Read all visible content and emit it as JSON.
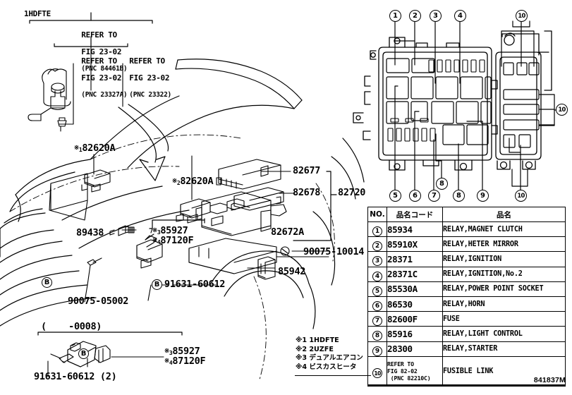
{
  "drawing": {
    "number": "841837M",
    "top_left_variant": "1HDFTE",
    "inset_range": "(    -0008)"
  },
  "refer_notes": [
    {
      "id": "refer-main",
      "line1": "REFER TO",
      "line2": "FIG 23-02",
      "line3": "(PNC 84461B)"
    },
    {
      "id": "refer-left",
      "line1": "REFER TO",
      "line2": "FIG 23-02",
      "line3": "(PNC 23327A)"
    },
    {
      "id": "refer-right",
      "line1": "REFER TO",
      "line2": "FIG 23-02",
      "line3": "(PNC 23322)"
    }
  ],
  "part_labels": [
    {
      "id": "lbl-82620a-1",
      "mark": "1",
      "text": "82620A"
    },
    {
      "id": "lbl-82620a-2",
      "mark": "2",
      "text": "82620A"
    },
    {
      "id": "lbl-82677",
      "mark": "",
      "text": "82677"
    },
    {
      "id": "lbl-82678",
      "mark": "",
      "text": "82678"
    },
    {
      "id": "lbl-82720",
      "mark": "",
      "text": "82720"
    },
    {
      "id": "lbl-82672a",
      "mark": "",
      "text": "82672A"
    },
    {
      "id": "lbl-89438",
      "mark": "",
      "text": "89438"
    },
    {
      "id": "lbl-85942",
      "mark": "",
      "text": "85942"
    },
    {
      "id": "lbl-85927",
      "mark": "3",
      "text": "85927"
    },
    {
      "id": "lbl-87120f",
      "mark": "4",
      "text": "87120F"
    },
    {
      "id": "lbl-90075-10014",
      "mark": "",
      "text": "90075-10014"
    },
    {
      "id": "lbl-90075-05002",
      "mark": "",
      "text": "90075-05002"
    },
    {
      "id": "lbl-91631-60612",
      "mark": "",
      "text": "91631-60612"
    },
    {
      "id": "inset-85927",
      "mark": "3",
      "text": "85927"
    },
    {
      "id": "inset-87120f",
      "mark": "4",
      "text": "87120F"
    },
    {
      "id": "inset-91631",
      "mark": "",
      "text": "91631-60612 (2)"
    }
  ],
  "bolt_callouts": [
    {
      "id": "bolt-b-main",
      "letter": "B"
    },
    {
      "id": "bolt-b-upper",
      "letter": "B"
    },
    {
      "id": "bolt-b-inset",
      "letter": "B"
    }
  ],
  "fusebox_callouts": {
    "top": [
      "1",
      "2",
      "3",
      "4",
      "10"
    ],
    "bottom": [
      "5",
      "6",
      "7",
      "8",
      "8",
      "9",
      "10"
    ],
    "right": [
      "10"
    ]
  },
  "table": {
    "headers": {
      "no": "NO.",
      "code": "品名コード",
      "name": "品名"
    },
    "rows": [
      {
        "no": "1",
        "code": "85934",
        "name": "RELAY,MAGNET CLUTCH"
      },
      {
        "no": "2",
        "code": "85910X",
        "name": "RELAY,HETER MIRROR"
      },
      {
        "no": "3",
        "code": "28371",
        "name": "RELAY,IGNITION"
      },
      {
        "no": "4",
        "code": "28371C",
        "name": "RELAY,IGNITION,No.2"
      },
      {
        "no": "5",
        "code": "85530A",
        "name": "RELAY,POWER POINT SOCKET"
      },
      {
        "no": "6",
        "code": "86530",
        "name": "RELAY,HORN"
      },
      {
        "no": "7",
        "code": "82600F",
        "name": "FUSE"
      },
      {
        "no": "8",
        "code": "85916",
        "name": "RELAY,LIGHT CONTROL"
      },
      {
        "no": "9",
        "code": "28300",
        "name": "RELAY,STARTER"
      },
      {
        "no": "10",
        "code": "REFER TO\nFIG 82-02\n (PNC 82210C)",
        "name": "FUSIBLE LINK",
        "tall": true
      }
    ]
  },
  "footnotes": [
    "※1 1HDFTE",
    "※2 2UZFE",
    "※3 デュアルエアコン",
    "※4 ビスカスヒータ"
  ]
}
